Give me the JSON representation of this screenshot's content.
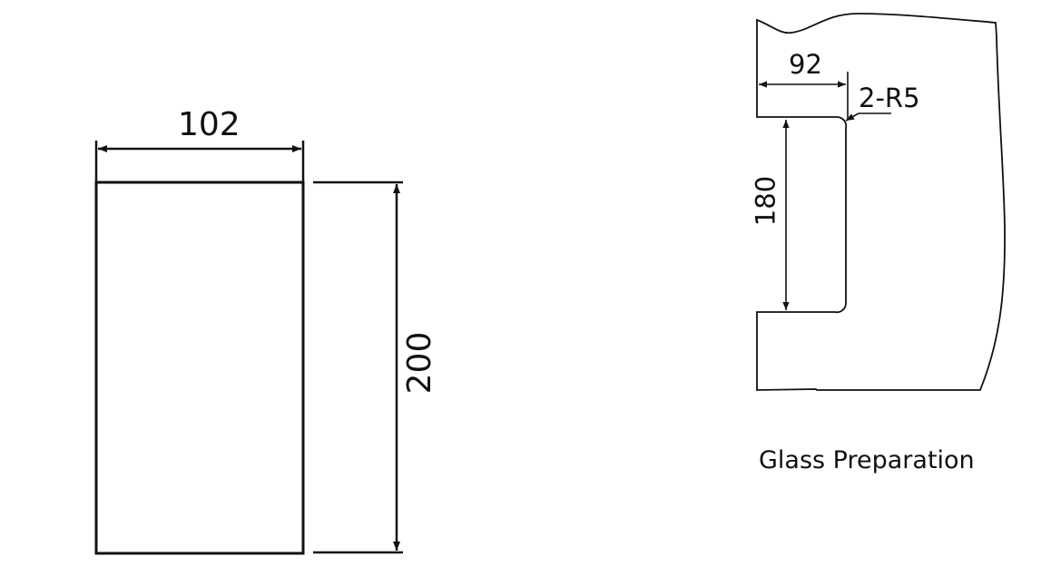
{
  "colors": {
    "background": "#ffffff",
    "stroke": "#111111"
  },
  "left_drawing": {
    "name": "rectangle-part",
    "width_label": "102",
    "height_label": "200"
  },
  "right_drawing": {
    "name": "glass-notch-profile",
    "notch_width_label": "92",
    "notch_height_label": "180",
    "radius_label": "2-R5",
    "caption": "Glass Preparation"
  }
}
